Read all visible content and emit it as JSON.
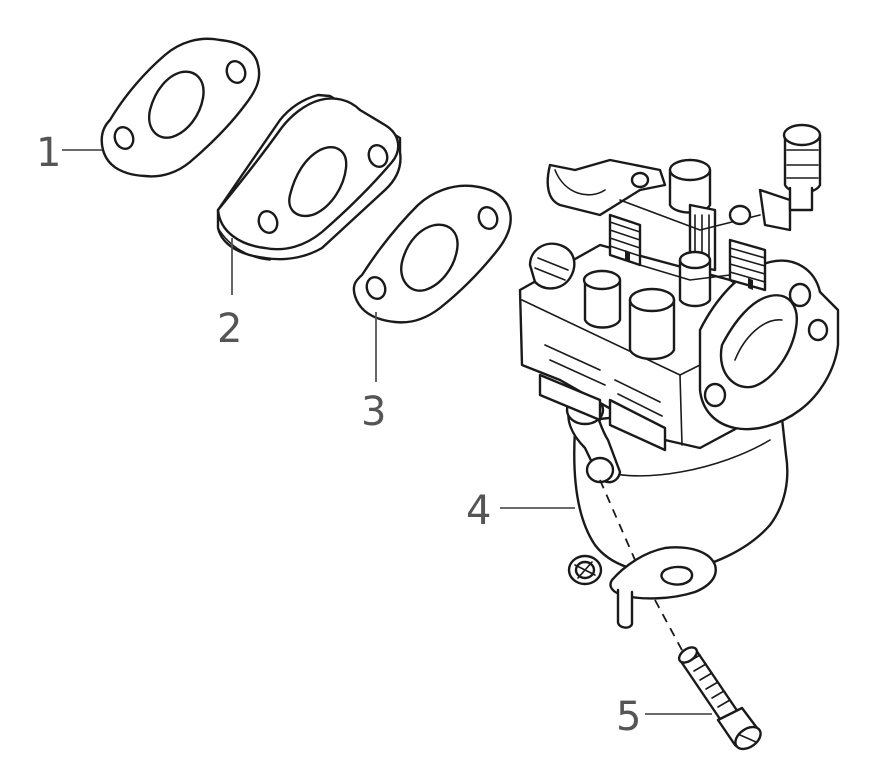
{
  "callouts": [
    {
      "label": "1"
    },
    {
      "label": "2"
    },
    {
      "label": "3"
    },
    {
      "label": "4"
    },
    {
      "label": "5"
    }
  ],
  "colors": {
    "line": "#1a1a1a",
    "callout": "#555555",
    "background": "#ffffff"
  }
}
